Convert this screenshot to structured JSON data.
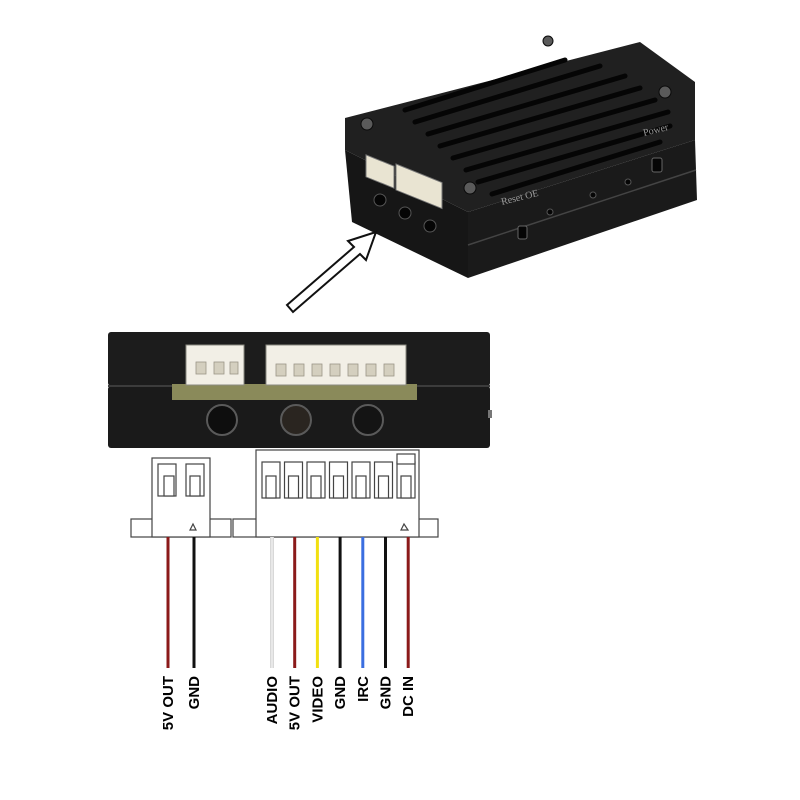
{
  "device": {
    "labels": {
      "reset": "Reset OE",
      "power": "Power"
    }
  },
  "connectors": [
    {
      "id": "small",
      "pins": [
        {
          "label": "5V OUT",
          "color": "#8b1a1a"
        },
        {
          "label": "GND",
          "color": "#111111"
        }
      ]
    },
    {
      "id": "large",
      "pins": [
        {
          "label": "AUDIO",
          "color": "#e8e8e8"
        },
        {
          "label": "5V OUT",
          "color": "#8b1a1a"
        },
        {
          "label": "VIDEO",
          "color": "#f2e010"
        },
        {
          "label": "GND",
          "color": "#111111"
        },
        {
          "label": "IRC",
          "color": "#3a6ee0"
        },
        {
          "label": "GND",
          "color": "#111111"
        },
        {
          "label": "DC IN",
          "color": "#8b1a1a"
        }
      ]
    }
  ],
  "colors": {
    "case": "#1b1b1b",
    "case_highlight": "#3a3a3a",
    "connector_body": "#f2efe6",
    "pcb": "#8a8a5a"
  }
}
